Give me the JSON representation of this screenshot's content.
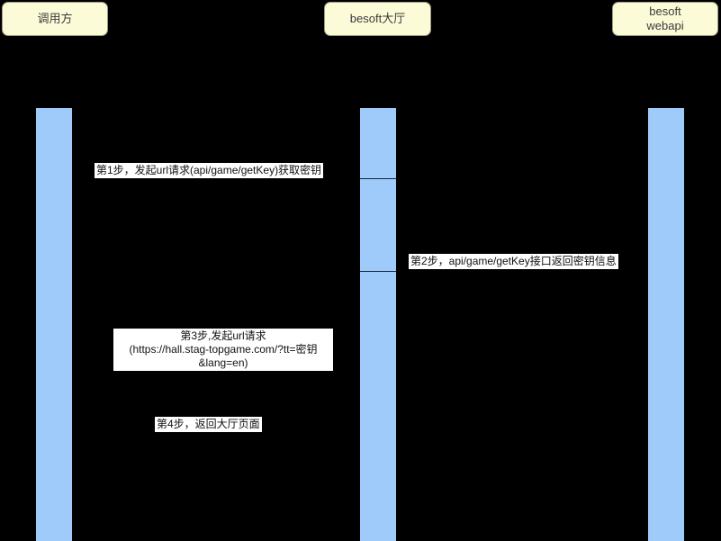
{
  "diagram": {
    "type": "uml-sequence-diagram",
    "background_color": "#000000",
    "participant_fill": "#fcfbd8",
    "activation_fill": "#9ecbfa",
    "label_fill": "#ffffff",
    "participants": [
      {
        "id": "caller",
        "label": "调用方"
      },
      {
        "id": "hall",
        "label": "besoft大厅"
      },
      {
        "id": "webapi",
        "label": "besoft\nwebapi"
      }
    ],
    "messages": [
      {
        "step": 1,
        "from": "caller",
        "to": "hall",
        "label": "第1步，发起url请求(api/game/getKey)获取密钥"
      },
      {
        "step": 2,
        "from": "hall",
        "to": "webapi",
        "label": "第2步，api/game/getKey接口返回密钥信息"
      },
      {
        "step": 3,
        "from": "caller",
        "to": "hall",
        "label": "第3步,发起url请求\n(https://hall.stag-topgame.com/?tt=密钥&lang=en)"
      },
      {
        "step": 4,
        "from": "hall",
        "to": "caller",
        "label": "第4步，返回大厅页面"
      }
    ]
  }
}
